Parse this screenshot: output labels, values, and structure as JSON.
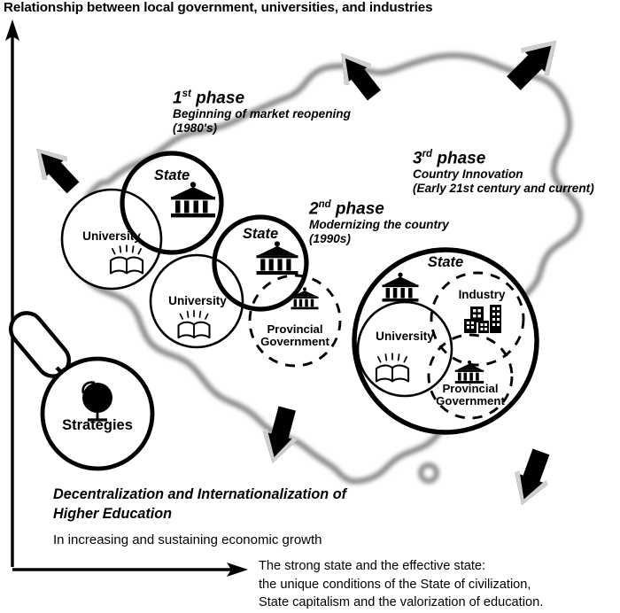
{
  "title": "Relationship between local government, universities, and industries",
  "phases": [
    {
      "id": "phase-1",
      "ordinal": "1",
      "ordinal_suffix": "st",
      "heading_word": "phase",
      "subtitle_line1": "Beginning of market reopening",
      "subtitle_line2": "(1980's)"
    },
    {
      "id": "phase-2",
      "ordinal": "2",
      "ordinal_suffix": "nd",
      "heading_word": "phase",
      "subtitle_line1": "Modernizing the country",
      "subtitle_line2": "(1990s)"
    },
    {
      "id": "phase-3",
      "ordinal": "3",
      "ordinal_suffix": "rd",
      "heading_word": "phase",
      "subtitle_line1": "Country Innovation",
      "subtitle_line2": "(Early 21st century and current)"
    }
  ],
  "groups": {
    "group1": {
      "state_label": "State",
      "state_icon": "bank-icon",
      "university_label": "University",
      "university_icon": "open-book-icon"
    },
    "group2": {
      "state_label": "State",
      "state_icon": "bank-icon",
      "university_label": "University",
      "university_icon": "open-book-icon",
      "provincial_label_line1": "Provincial",
      "provincial_label_line2": "Government",
      "provincial_icon": "bank-icon"
    },
    "group3": {
      "state_label": "State",
      "state_icon": "bank-icon",
      "university_label": "University",
      "university_icon": "open-book-icon",
      "industry_label": "Industry",
      "industry_icon": "buildings-icon",
      "provincial_label_line1": "Provincial",
      "provincial_label_line2": "Government",
      "provincial_icon": "bank-icon"
    }
  },
  "strategies": {
    "label": "Strategies",
    "icon": "globe-icon",
    "container_icon": "magnifier-icon"
  },
  "footer": {
    "bold_line1": "Decentralization and Internationalization of",
    "bold_line2": "Higher Education",
    "plain_line": "In increasing and sustaining economic growth",
    "right_line1": "The strong state and the effective state:",
    "right_line2": "the unique conditions of the State of civilization,",
    "right_line3": "State capitalism and the valorization of education."
  },
  "axes": {
    "vertical_axis": "y-axis-arrow",
    "horizontal_axis": "x-axis-arrow"
  },
  "outward_arrows": [
    {
      "name": "arrow-top-right",
      "direction": "up-right"
    },
    {
      "name": "arrow-top-center",
      "direction": "up-left"
    },
    {
      "name": "arrow-left",
      "direction": "up-left"
    },
    {
      "name": "arrow-bottom-center",
      "direction": "down-left"
    },
    {
      "name": "arrow-bottom-right",
      "direction": "down-right"
    }
  ],
  "map": {
    "name": "china-map-outline",
    "stroke_color": "#8c8c8c"
  },
  "colors": {
    "ink": "#000000",
    "map_outline": "#8c8c8c",
    "background": "#ffffff",
    "arrow_highlight": "#c9c9c9"
  }
}
